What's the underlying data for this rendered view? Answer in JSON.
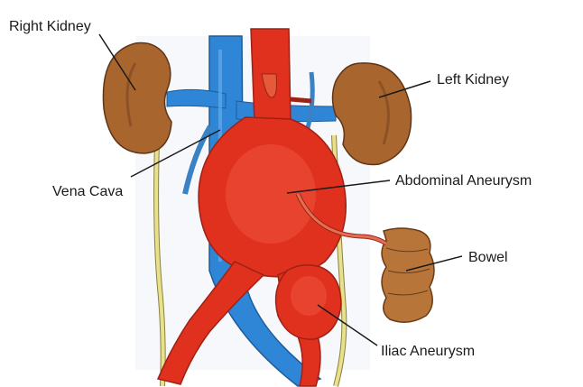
{
  "labels": {
    "right_kidney": "Right Kidney",
    "left_kidney": "Left Kidney",
    "vena_cava": "Vena Cava",
    "abdominal_aneurysm": "Abdominal Aneurysm",
    "bowel": "Bowel",
    "iliac_aneurysm": "Iliac Aneurysm"
  },
  "colors": {
    "artery": "#e0301e",
    "artery_dark": "#b3261a",
    "vein": "#2f86d6",
    "vein_light": "#5aa6ea",
    "kidney": "#a8652e",
    "kidney_dark": "#7d4520",
    "ureter": "#e8e08a",
    "bowel": "#b8753a",
    "leader": "#1a1a1a"
  }
}
